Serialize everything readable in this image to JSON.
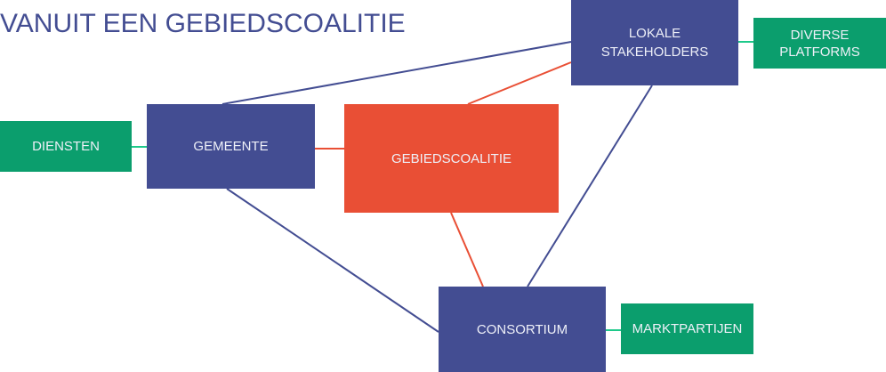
{
  "title": "VANUIT EEN GEBIEDSCOALITIE",
  "colors": {
    "primary": "#434d92",
    "core": "#e94f35",
    "secondary": "#0b9e6d",
    "green_line": "#1ec98a"
  },
  "nodes": {
    "gemeente": "GEMEENTE",
    "gebiedscoalitie": "GEBIEDSCOALITIE",
    "lokale_stakeholders_1": "LOKALE",
    "lokale_stakeholders_2": "STAKEHOLDERS",
    "consortium": "CONSORTIUM",
    "diensten": "DIENSTEN",
    "diverse_platforms_1": "DIVERSE",
    "diverse_platforms_2": "PLATFORMS",
    "marktpartijen": "MARKTPARTIJEN"
  },
  "edges": [
    {
      "from": "gemeente",
      "to": "lokale_stakeholders",
      "color": "#434d92"
    },
    {
      "from": "gemeente",
      "to": "consortium",
      "color": "#434d92"
    },
    {
      "from": "lokale_stakeholders",
      "to": "consortium",
      "color": "#434d92"
    },
    {
      "from": "gemeente",
      "to": "gebiedscoalitie",
      "color": "#e94f35"
    },
    {
      "from": "gebiedscoalitie",
      "to": "lokale_stakeholders",
      "color": "#e94f35"
    },
    {
      "from": "gebiedscoalitie",
      "to": "consortium",
      "color": "#e94f35"
    },
    {
      "from": "diensten",
      "to": "gemeente",
      "color": "#1ec98a"
    },
    {
      "from": "lokale_stakeholders",
      "to": "diverse_platforms",
      "color": "#1ec98a"
    },
    {
      "from": "consortium",
      "to": "marktpartijen",
      "color": "#1ec98a"
    }
  ]
}
